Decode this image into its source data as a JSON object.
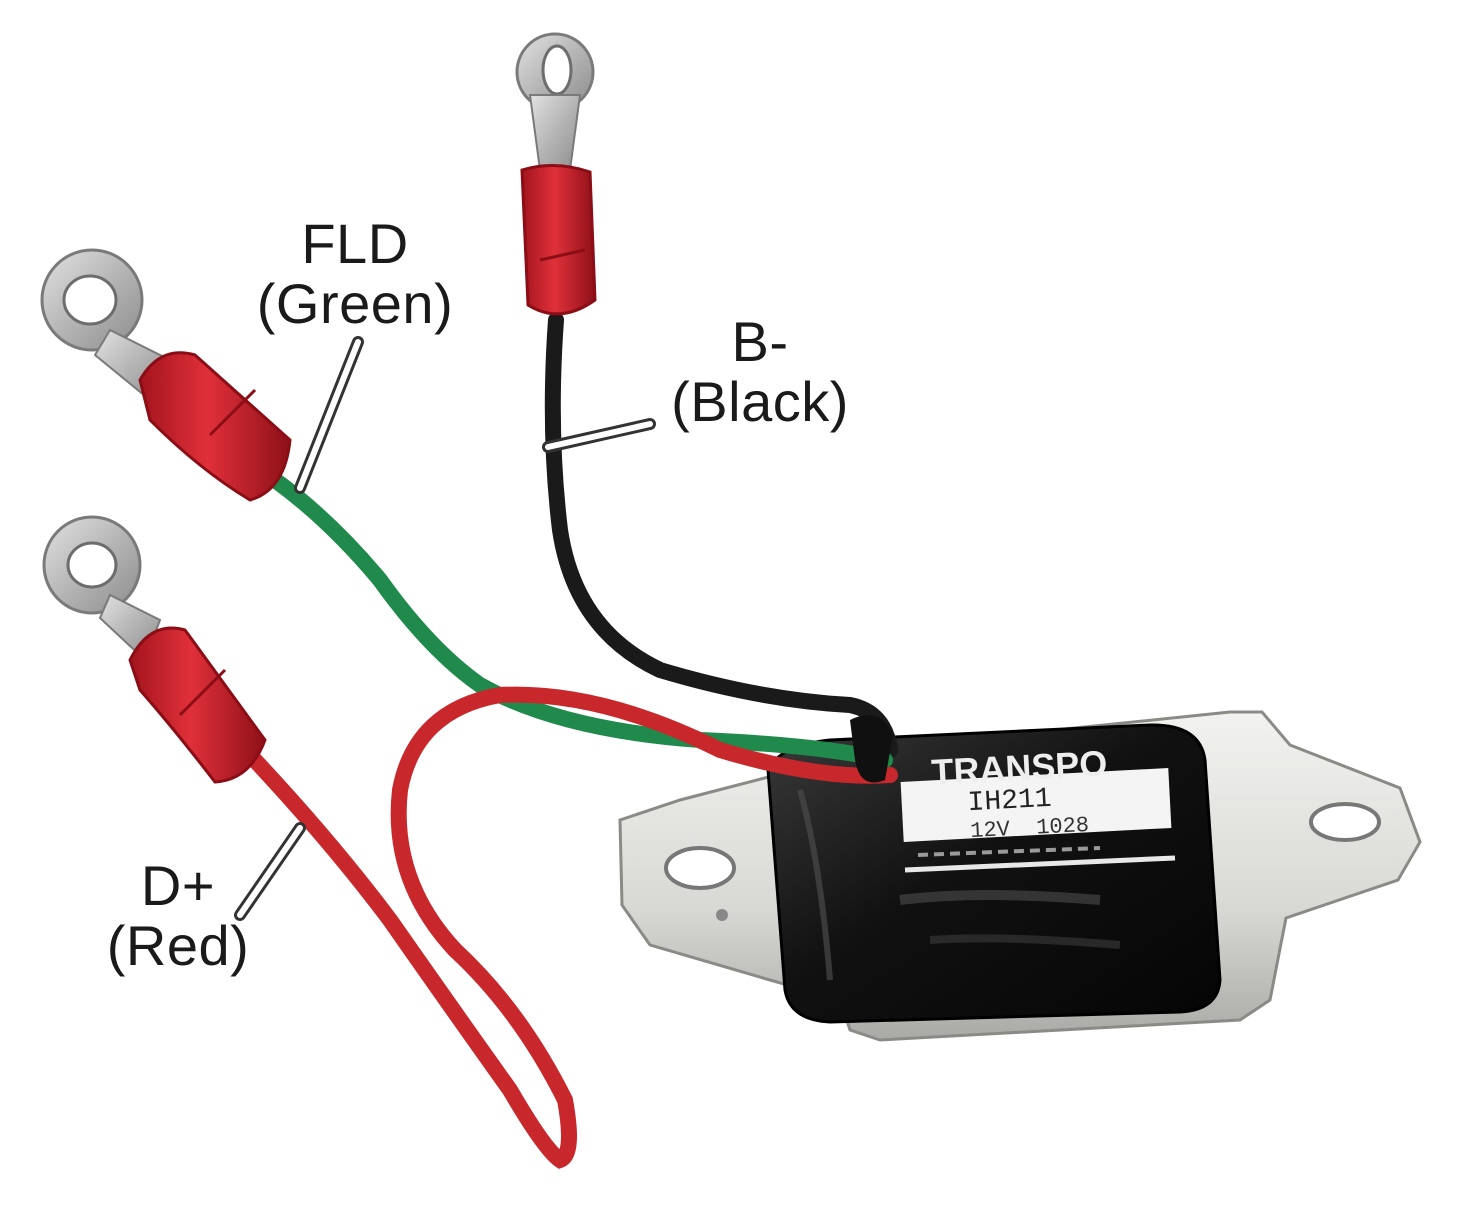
{
  "labels": {
    "fld": {
      "name": "FLD",
      "color": "(Green)"
    },
    "b_minus": {
      "name": "B-",
      "color": "(Black)"
    },
    "d_plus": {
      "name": "D+",
      "color": "(Red)"
    }
  },
  "module": {
    "brand": "TRANSPO",
    "part_number": "IH211",
    "spec": "12V  1028"
  },
  "colors": {
    "green_wire": "#1f8a4c",
    "black_wire": "#1a1a1a",
    "red_wire": "#c8282b",
    "insulator_red": "#d11f2a",
    "terminal_metal": "#b8b8b8",
    "housing_black": "#111111",
    "mount_plate": "#d9d9d6"
  }
}
